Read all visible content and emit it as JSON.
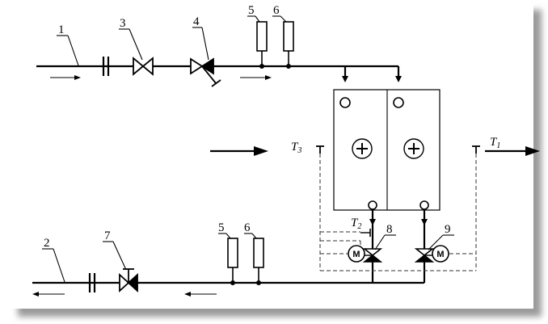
{
  "labels": {
    "n1": "1",
    "n2": "2",
    "n3": "3",
    "n4": "4",
    "n5_top": "5",
    "n6_top": "6",
    "n5_bottom": "5",
    "n6_bottom": "6",
    "n7": "7",
    "n8": "8",
    "n9": "9"
  },
  "temperatures": {
    "t1_letter": "T",
    "t1_sub": "1",
    "t2_letter": "T",
    "t2_sub": "2",
    "t3_letter": "T",
    "t3_sub": "3"
  },
  "motors": {
    "left": "M",
    "right": "M"
  },
  "colors": {
    "line": "#000000",
    "shadow": "#b0b0b0",
    "dash": "#333333"
  }
}
